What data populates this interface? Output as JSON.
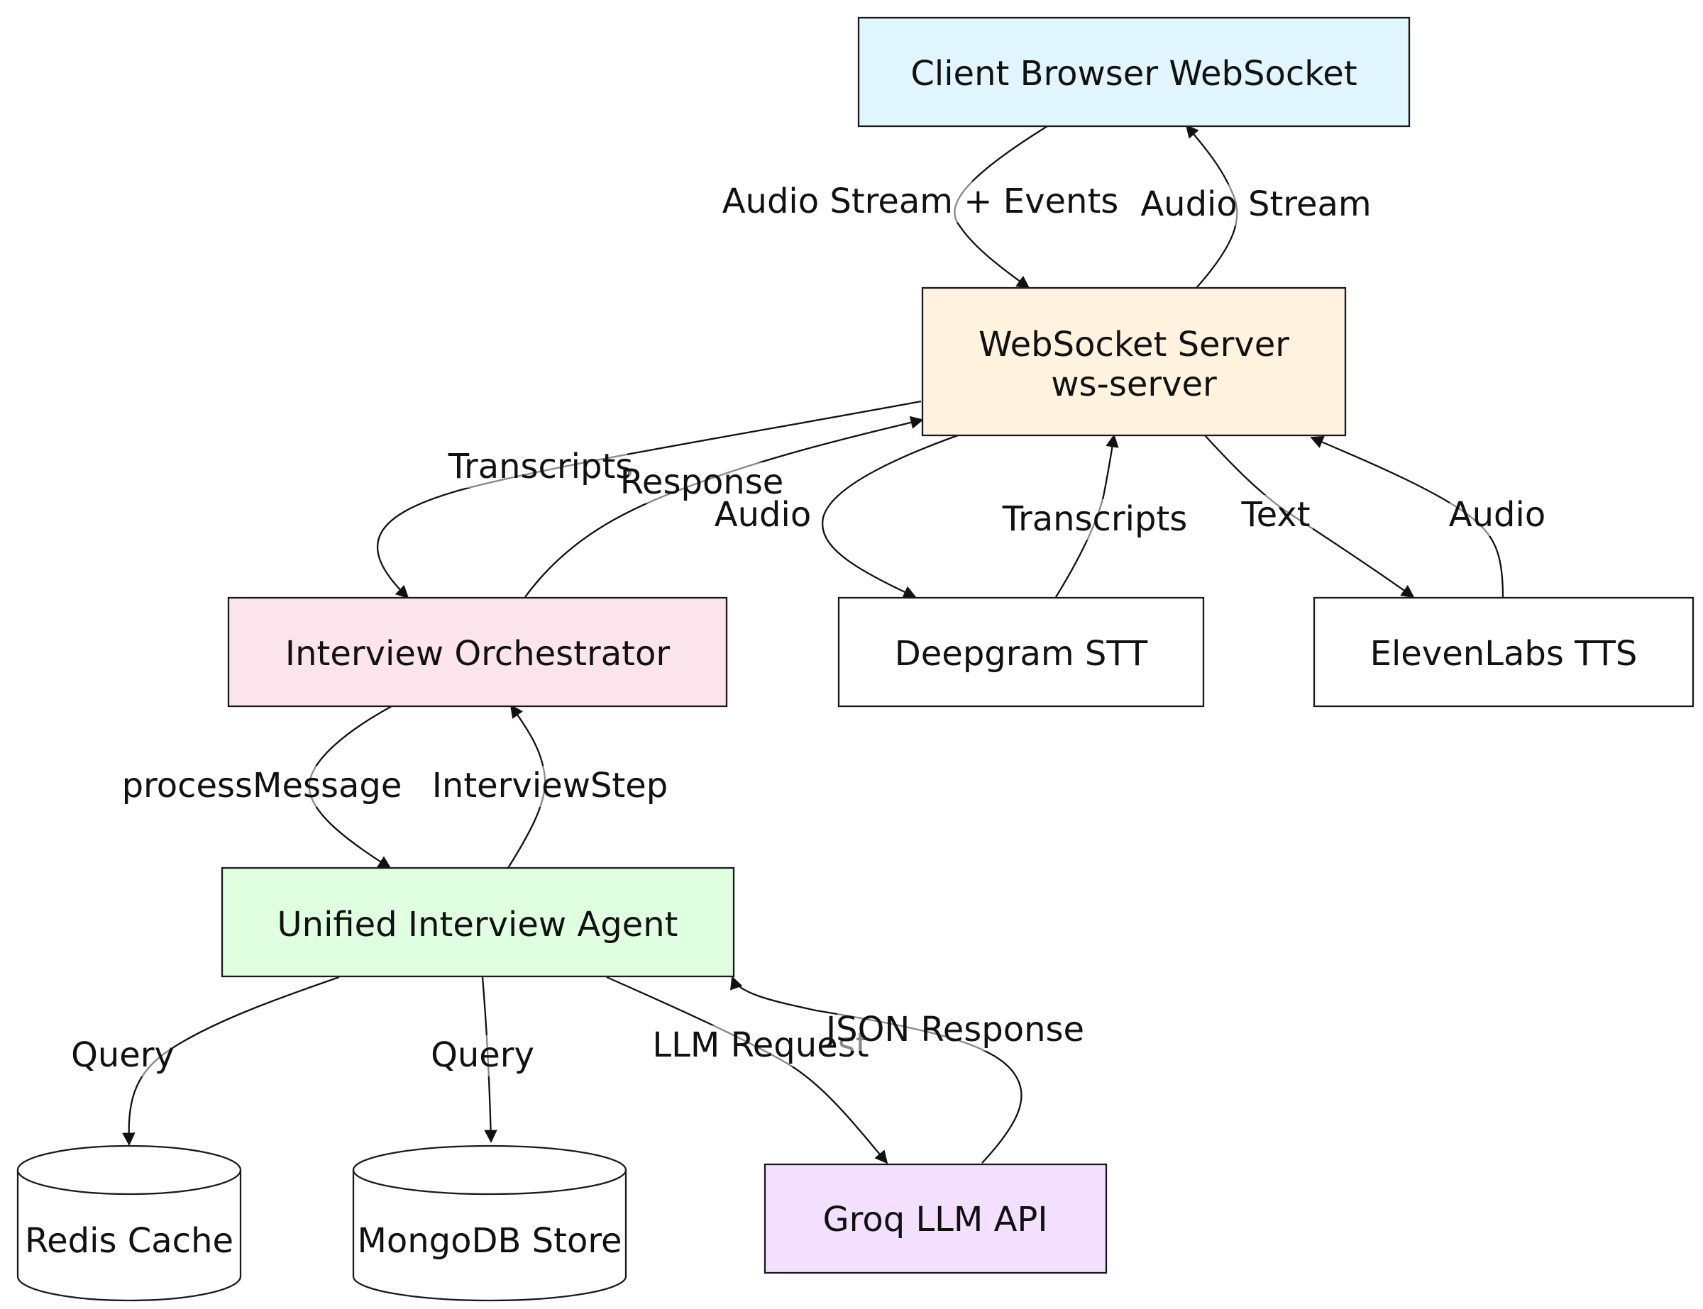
{
  "nodes": {
    "client": {
      "label": "Client Browser WebSocket",
      "fill": "#e1f5fe"
    },
    "ws_server": {
      "label_line1": "WebSocket Server",
      "label_line2": "ws-server",
      "fill": "#fff3e0"
    },
    "orchestrator": {
      "label": "Interview Orchestrator",
      "fill": "#fce4ec"
    },
    "deepgram": {
      "label": "Deepgram STT",
      "fill": "#ffffff"
    },
    "elevenlabs": {
      "label": "ElevenLabs TTS",
      "fill": "#ffffff"
    },
    "agent": {
      "label": "Unified Interview Agent",
      "fill": "#e0ffe0"
    },
    "redis": {
      "label": "Redis Cache",
      "fill": "#ffffff"
    },
    "mongodb": {
      "label": "MongoDB Store",
      "fill": "#ffffff"
    },
    "groq": {
      "label": "Groq LLM API",
      "fill": "#f3e0ff"
    }
  },
  "edges": {
    "client_to_ws": "Audio Stream + Events",
    "ws_to_client": "Audio Stream",
    "ws_to_orchestrator": "Transcripts",
    "orchestrator_to_ws": "Response",
    "ws_to_deepgram": "Audio",
    "deepgram_to_ws": "Transcripts",
    "ws_to_elevenlabs": "Text",
    "elevenlabs_to_ws": "Audio",
    "orchestrator_to_agent": "processMessage",
    "agent_to_orchestrator": "InterviewStep",
    "agent_to_redis": "Query",
    "agent_to_mongodb": "Query",
    "agent_to_groq": "LLM Request",
    "groq_to_agent": "JSON Response"
  }
}
